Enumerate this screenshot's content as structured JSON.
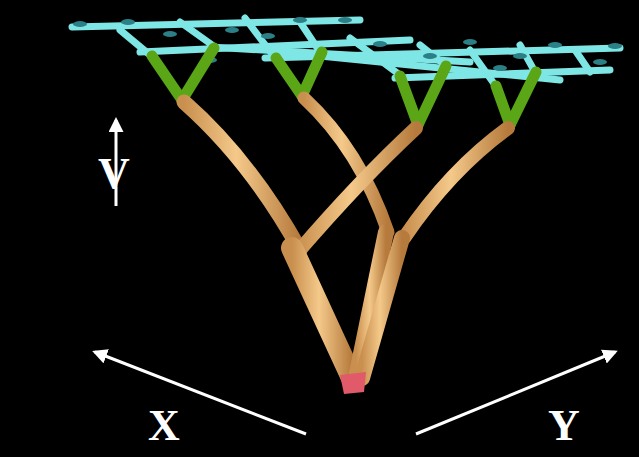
{
  "diagram": {
    "labels": [
      "V",
      "X",
      "Y"
    ]
  }
}
